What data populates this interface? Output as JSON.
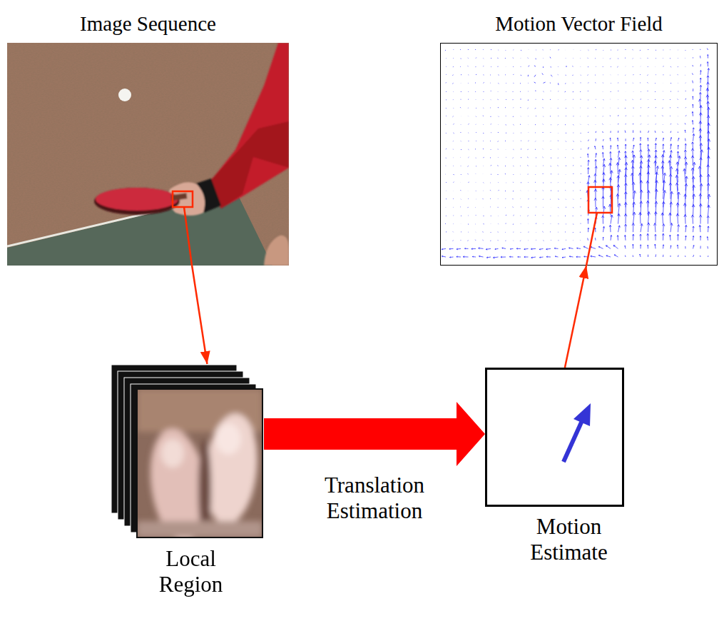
{
  "diagram": {
    "nodes": [
      {
        "text": [
          "Image Sequence"
        ]
      },
      {
        "text": [
          "Motion Vector Field"
        ]
      },
      {
        "text": [
          "Local Region"
        ]
      },
      {
        "text": [
          "Motion Estimate"
        ]
      }
    ],
    "edges": [
      {
        "from": 0,
        "to": 2,
        "arrow": "to"
      },
      {
        "from": 2,
        "to": 3,
        "label": "Translation Estimation",
        "arrow": "to"
      },
      {
        "from": 3,
        "to": 1,
        "arrow": "to"
      }
    ]
  }
}
